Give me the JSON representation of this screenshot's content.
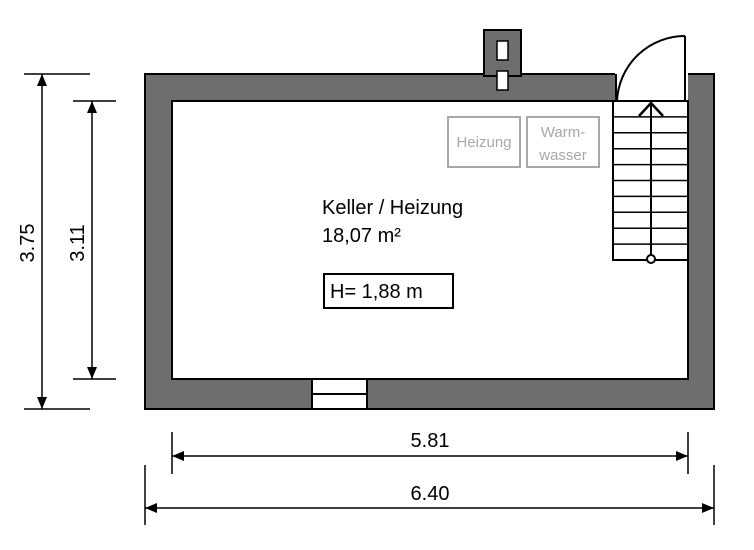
{
  "room": {
    "name": "Keller / Heizung",
    "area": "18,07 m²",
    "height": "H= 1,88 m"
  },
  "fixtures": {
    "heating": "Heizung",
    "hot_water_line1": "Warm-",
    "hot_water_line2": "wasser"
  },
  "dimensions": {
    "outer_height": "3.75",
    "inner_height": "3.11",
    "inner_width": "5.81",
    "outer_width": "6.40"
  },
  "colors": {
    "wall": "#6e6e6e",
    "line": "#000000",
    "fixture": "#a8a8a8"
  }
}
